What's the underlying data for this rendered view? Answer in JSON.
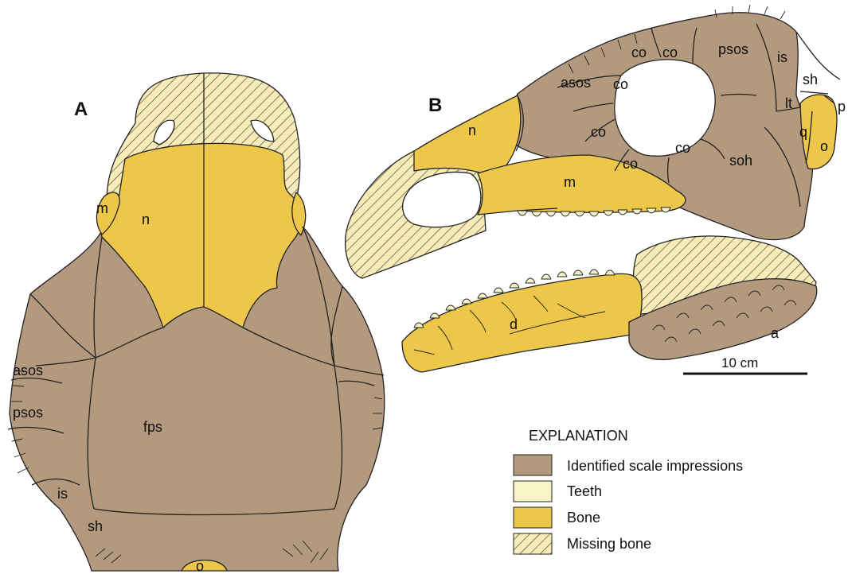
{
  "panels": {
    "a": "A",
    "b": "B"
  },
  "labels_a": {
    "m": "m",
    "n": "n",
    "asos": "asos",
    "psos": "psos",
    "fps": "fps",
    "is": "is",
    "sh": "sh",
    "o": "o"
  },
  "labels_b": {
    "n": "n",
    "m": "m",
    "asos": "asos",
    "co1": "co",
    "co2": "co",
    "co3": "co",
    "co4": "co",
    "co5": "co",
    "co6": "co",
    "psos": "psos",
    "is": "is",
    "sh": "sh",
    "lt": "lt",
    "p": "p",
    "q": "q",
    "o": "o",
    "soh": "soh",
    "d": "d",
    "a": "a"
  },
  "scale_bar": {
    "label": "10 cm"
  },
  "legend": {
    "title": "EXPLANATION",
    "items": [
      {
        "label": "Identified scale impressions",
        "color": "#b39a7f"
      },
      {
        "label": "Teeth",
        "color": "#f8f4c8"
      },
      {
        "label": "Bone",
        "color": "#ecc74a"
      },
      {
        "label": "Missing bone",
        "color": "#f7ecb8"
      }
    ]
  },
  "colors": {
    "scale": "#b39a7f",
    "bone": "#ecc74a",
    "teeth": "#f8f4c8",
    "missing": "#f7ecb8"
  }
}
